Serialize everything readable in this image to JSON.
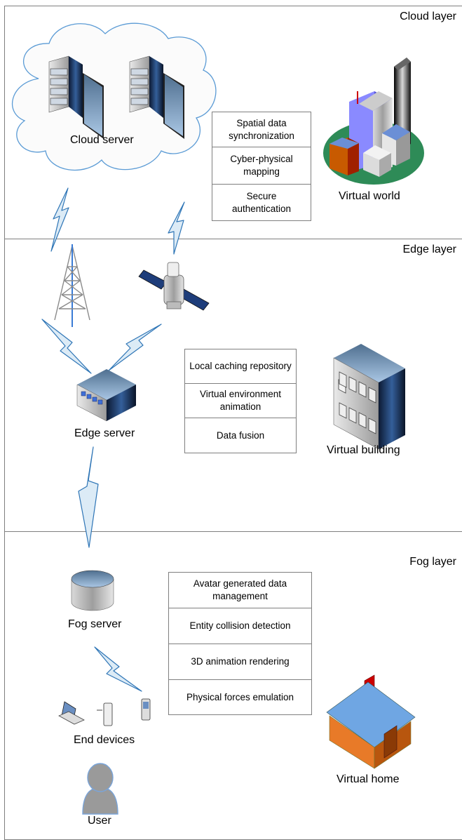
{
  "layers": {
    "cloud": {
      "title": "Cloud layer",
      "server_label": "Cloud server",
      "world_label": "Virtual world",
      "functions": [
        "Spatial data synchronization",
        "Cyber-physical mapping",
        "Secure authentication"
      ]
    },
    "edge": {
      "title": "Edge layer",
      "server_label": "Edge server",
      "world_label": "Virtual building",
      "functions": [
        "Local caching repository",
        "Virtual environment animation",
        "Data fusion"
      ]
    },
    "fog": {
      "title": "Fog layer",
      "server_label": "Fog server",
      "devices_label": "End devices",
      "user_label": "User",
      "world_label": "Virtual home",
      "functions": [
        "Avatar generated data management",
        "Entity collision detection",
        "3D animation rendering",
        "Physical forces emulation"
      ]
    }
  },
  "colors": {
    "border": "#7f7f7f",
    "bolt_fill": "#dcebf6",
    "bolt_stroke": "#2e75b6",
    "cloud_stroke": "#5b9bd5"
  }
}
